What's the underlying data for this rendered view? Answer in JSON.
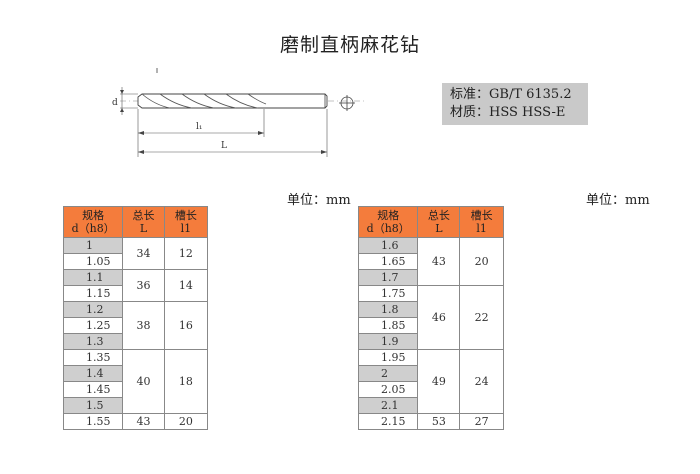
{
  "title": "磨制直柄麻花钻",
  "drawing": {
    "label_d": "d",
    "label_l1": "l₁",
    "label_L": "L"
  },
  "spec_box": {
    "standard": "标准：GB/T 6135.2",
    "material": "材质：HSS  HSS-E"
  },
  "unit_label": "单位：mm",
  "table_headers": {
    "size": [
      "规格",
      "d（h8）"
    ],
    "total_length": [
      "总长",
      "L"
    ],
    "flute_length": [
      "槽长",
      "l1"
    ]
  },
  "tables": [
    {
      "groups": [
        {
          "d": [
            "1",
            "1.05"
          ],
          "L": "34",
          "l1": "12"
        },
        {
          "d": [
            "1.1",
            "1.15"
          ],
          "L": "36",
          "l1": "14"
        },
        {
          "d": [
            "1.2",
            "1.25",
            "1.3"
          ],
          "L": "38",
          "l1": "16"
        },
        {
          "d": [
            "1.35",
            "1.4",
            "1.45",
            "1.5"
          ],
          "L": "40",
          "l1": "18"
        },
        {
          "d": [
            "1.55"
          ],
          "L": "43",
          "l1": "20"
        }
      ]
    },
    {
      "groups": [
        {
          "d": [
            "1.6",
            "1.65",
            "1.7"
          ],
          "L": "43",
          "l1": "20"
        },
        {
          "d": [
            "1.75",
            "1.8",
            "1.85",
            "1.9"
          ],
          "L": "46",
          "l1": "22"
        },
        {
          "d": [
            "1.95",
            "2",
            "2.05",
            "2.1"
          ],
          "L": "49",
          "l1": "24"
        },
        {
          "d": [
            "2.15"
          ],
          "L": "53",
          "l1": "27"
        }
      ]
    }
  ]
}
